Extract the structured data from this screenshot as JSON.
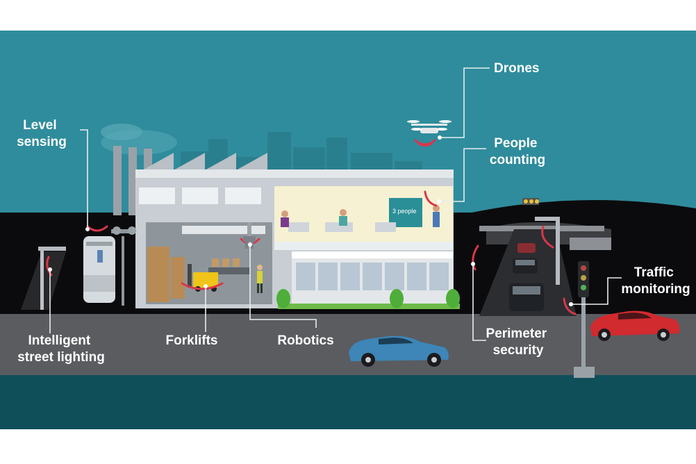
{
  "labels": {
    "drones": "Drones",
    "level_sensing": [
      "Level",
      "sensing"
    ],
    "people_counting": [
      "People",
      "counting"
    ],
    "traffic_monitoring": [
      "Traffic",
      "monitoring"
    ],
    "intelligent_street_lighting": [
      "Intelligent",
      "street lighting"
    ],
    "forklifts": "Forklifts",
    "robotics": "Robotics",
    "perimeter_security": [
      "Perimeter",
      "security"
    ]
  },
  "screen_text": "3 people",
  "colors": {
    "sky": "#2f8c9c",
    "ground": "#0b0b0d",
    "road": "#5a5c60",
    "foreground": "#0f4f5a",
    "sensor": "#d9364b",
    "blue_car": "#3d86b7",
    "red_car": "#d12a2f"
  }
}
